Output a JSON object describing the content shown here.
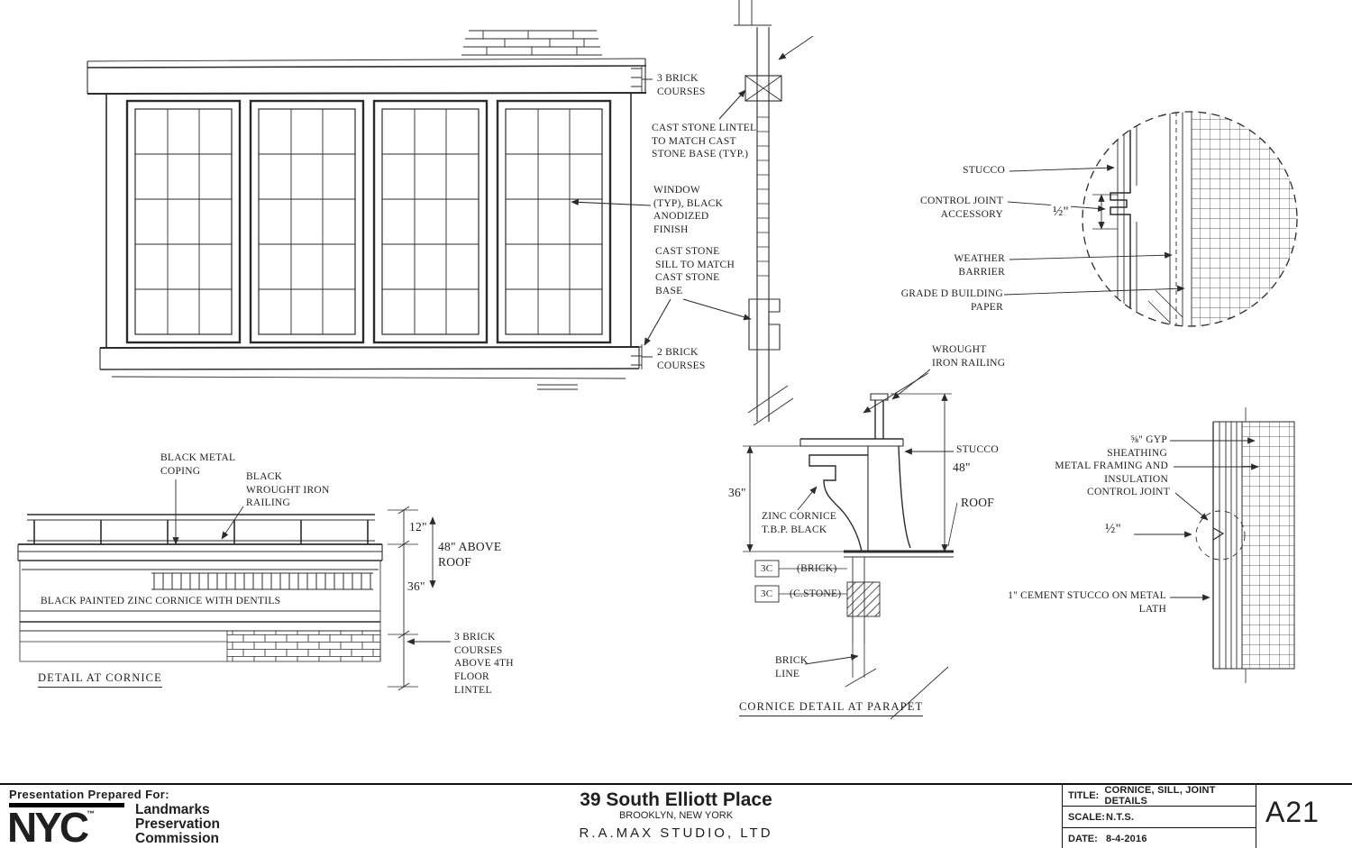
{
  "sheet": {
    "prepared_for": "Presentation Prepared For:",
    "logo": "NYC",
    "logo_tm": "™",
    "agency_line1": "Landmarks",
    "agency_line2": "Preservation",
    "agency_line3": "Commission",
    "project_name": "39 South Elliott Place",
    "project_location": "BROOKLYN, NEW YORK",
    "studio": "R.A.MAX STUDIO, LTD",
    "title_label": "TITLE:",
    "title_value": "CORNICE, SILL, JOINT DETAILS",
    "scale_label": "SCALE:",
    "scale_value": "N.T.S.",
    "date_label": "DATE:",
    "date_value": "8-4-2016",
    "sheet_number": "A21"
  },
  "window_elevation": {
    "brick_top": "3 BRICK\nCOURSES",
    "lintel": "CAST STONE LINTEL\nTO MATCH CAST\nSTONE BASE (TYP.)",
    "window": "WINDOW\n(TYP), BLACK\nANODIZED\nFINISH",
    "sill": "CAST STONE\nSILL TO MATCH\nCAST STONE\nBASE",
    "brick_bottom": "2 BRICK\nCOURSES"
  },
  "joint_detail": {
    "stucco": "STUCCO",
    "control_joint_accessory": "CONTROL JOINT ACCESSORY",
    "dim_half": "½\"",
    "weather_barrier": "WEATHER BARRIER",
    "building_paper": "GRADE D BUILDING PAPER"
  },
  "cornice_detail": {
    "coping": "BLACK METAL\nCOPING",
    "railing": "BLACK\nWROUGHT IRON\nRAILING",
    "cornice": "BLACK PAINTED ZINC CORNICE WITH DENTILS",
    "dim_12": "12\"",
    "dim_48": "48\" ABOVE\nROOF",
    "dim_36": "36\"",
    "brick_courses": "3 BRICK\nCOURSES\nABOVE 4TH\nFLOOR\nLINTEL",
    "caption": "DETAIL AT CORNICE"
  },
  "parapet_detail": {
    "railing": "WROUGHT\nIRON RAILING",
    "stucco": "STUCCO",
    "dim_48": "48\"",
    "roof": "ROOF",
    "dim_36": "36\"",
    "zinc_cornice": "ZINC CORNICE\nT.B.P. BLACK",
    "tag_brick": "3C",
    "tag_brick_note": "(BRICK)",
    "tag_stone": "3C",
    "tag_stone_note": "(C.STONE)",
    "brick_line": "BRICK\nLINE",
    "caption": "CORNICE DETAIL AT PARAPET"
  },
  "wall_section": {
    "gyp": "⅝\" GYP SHEATHING",
    "framing": "METAL FRAMING AND INSULATION",
    "control_joint": "CONTROL JOINT",
    "dim_half": "½\"",
    "stucco": "1\" CEMENT STUCCO ON METAL LATH"
  }
}
